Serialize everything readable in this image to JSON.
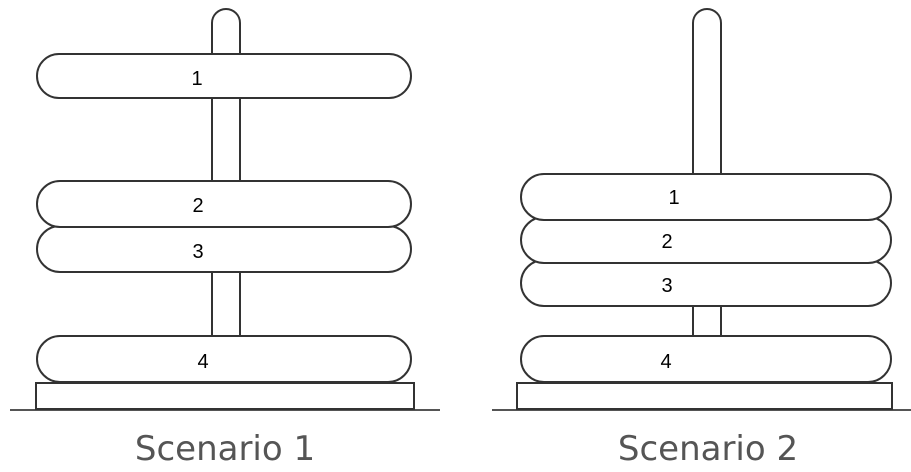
{
  "scenarios": [
    {
      "caption": "Scenario 1",
      "rings": [
        "1",
        "2",
        "3",
        "4"
      ]
    },
    {
      "caption": "Scenario 2",
      "rings": [
        "1",
        "2",
        "3",
        "4"
      ]
    }
  ]
}
